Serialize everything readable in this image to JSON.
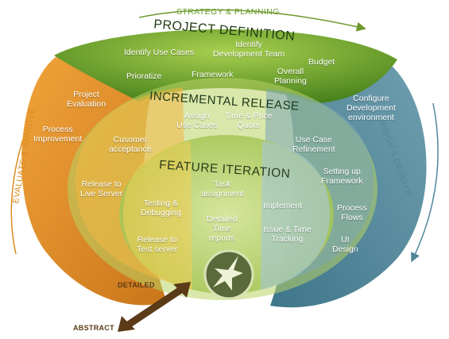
{
  "side_labels": {
    "top": "STRATEGY & PLANNING",
    "right": "DESIGN & DEVELOP",
    "left": "EVALUATE & IMPROVE"
  },
  "rings": {
    "project_definition": "PROJECT DEFINITION",
    "incremental_release": "INCREMENTAL RELEASE",
    "feature_iteration": "FEATURE ITERATION"
  },
  "top_items": {
    "identify_use_cases": "Identify Use Cases",
    "identify_dev_team": "Identify\nDevelopment Team",
    "budget": "Budget",
    "prioritize": "Prioratize",
    "framework": "Framework",
    "overall_planning": "Overall\nPlanning"
  },
  "right_items": {
    "configure_env": "Configure\nDevelopment\nenvironment",
    "use_case_refinement": "Use Case\nRefinement",
    "setting_up_framework": "Setting up\nFramework",
    "process_flows": "Process\nFlows",
    "ui_design": "UI\nDesign",
    "implement": "Implement",
    "issue_time_tracking": "Issue & Time\nTracking"
  },
  "left_items": {
    "project_evaluation": "Project\nEvaluation",
    "process_improvement": "Process\nImprovement",
    "customer_acceptance": "Cusomer\nacceptance",
    "release_live": "Release to\nLive Server",
    "testing_debugging": "Testing &\nDebugging",
    "release_test": "Release to\nTest server"
  },
  "center_items": {
    "assign_use_cases": "Assign\nUse Cases",
    "time_price_quote": "Time & Price\nQuote",
    "task_assignment": "Task\nassignment",
    "detailed_time_reports": "Detailed\nTime\nreports"
  },
  "axis": {
    "detailed": "DETAILED",
    "abstract": "ABSTRACT"
  },
  "colors": {
    "green_dark": "#4f8a1e",
    "green_light": "#8cbc3a",
    "orange": "#e48f1c",
    "yellow": "#f2cf57",
    "blue": "#5b8fa1",
    "blue_light": "#8fb7bf",
    "arrow_brown": "#5b3a17",
    "side_label_green": "#6b9a2a",
    "side_label_orange": "#d98c21",
    "side_label_blue": "#4f8799"
  },
  "logo_icon": "jet-emblem-icon"
}
